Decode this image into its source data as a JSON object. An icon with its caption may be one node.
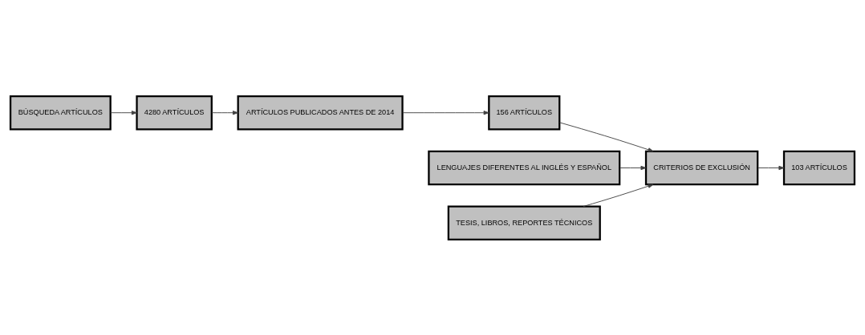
{
  "diagram": {
    "nodes": [
      {
        "text": [
          "BÚSQUEDA ARTÍCULOS"
        ]
      },
      {
        "text": [
          "4280 ARTÍCULOS"
        ]
      },
      {
        "text": [
          "ARTÍCULOS PUBLICADOS ANTES DE 2014"
        ]
      },
      {
        "text": [
          "156 ARTÍCULOS"
        ]
      },
      {
        "text": [
          "LENGUAJES DIFERENTES AL INGLÉS Y ESPAÑOL"
        ]
      },
      {
        "text": [
          "CRITERIOS DE EXCLUSIÓN"
        ]
      },
      {
        "text": [
          "TESIS, LIBROS, REPORTES TÉCNICOS"
        ]
      },
      {
        "text": [
          "103 ARTÍCULOS"
        ]
      }
    ],
    "edges": [
      {
        "from": 0,
        "to": 1,
        "arrow": "to"
      },
      {
        "from": 1,
        "to": 2,
        "arrow": "to"
      },
      {
        "from": 2,
        "to": 3,
        "arrow": "to"
      },
      {
        "from": 3,
        "to": 5,
        "arrow": "to"
      },
      {
        "from": 4,
        "to": 5,
        "arrow": "to"
      },
      {
        "from": 6,
        "to": 5,
        "arrow": "to"
      },
      {
        "from": 5,
        "to": 7,
        "arrow": "to"
      }
    ]
  }
}
